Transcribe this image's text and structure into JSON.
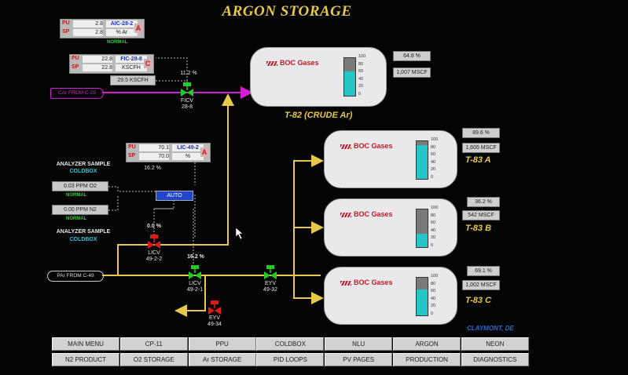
{
  "title": "ARGON STORAGE",
  "location": "CLAYMONT, DE",
  "controllers": {
    "aic": {
      "pv_label": "PU",
      "pv": "2.8",
      "sp_label": "SP",
      "sp": "2.8",
      "tag": "AIC-28-2",
      "unit": "% Ar",
      "mode": "A",
      "status": "NORMAL"
    },
    "fic": {
      "pv_label": "PU",
      "pv": "22.8",
      "sp_label": "SP",
      "sp": "22.8",
      "tag": "FIC-28-8",
      "unit": "KSCFH",
      "mode": "C",
      "flow": "29.5 KSCFH"
    },
    "lic": {
      "pv_label": "PU",
      "pv": "70.1",
      "sp_label": "SP",
      "sp": "70.0",
      "tag": "LIC-49-2",
      "unit": "%",
      "mode": "A"
    }
  },
  "inlet_c29": "CAr FROM C-29",
  "inlet_c49": "PAr FROM C-49",
  "analyzers": {
    "label_top": "ANALYZER SAMPLE",
    "coldbox_top": "COLDBOX",
    "o2_value": "0.03 PPM O2",
    "o2_status": "NORMAL",
    "n2_value": "0.00 PPM N2",
    "n2_status": "NORMAL",
    "label_bottom": "ANALYZER SAMPLE",
    "coldbox_bottom": "COLDBOX"
  },
  "auto_label": "AUTO",
  "valves": {
    "ficv": {
      "pct": "11.2 %",
      "name": "FICV",
      "num": "28-8"
    },
    "licv1": {
      "pct": "0.0 %",
      "name": "LICV",
      "num": "49-2-2"
    },
    "licv2": {
      "pct": "16.2 %",
      "name": "LICV",
      "num": "49-2-1"
    },
    "eyv32": {
      "name": "EYV",
      "num": "49-32"
    },
    "eyv34": {
      "name": "EYV",
      "num": "49-34"
    },
    "lic_out": "16.2 %"
  },
  "tanks": [
    {
      "id": "T-82",
      "name": "T-82 (CRUDE Ar)",
      "logo": "BOC Gases",
      "pct_text": "64.8 %",
      "level": 0.648,
      "volume": "1,007 MSCF",
      "scale": [
        "100",
        "80",
        "60",
        "40",
        "20",
        "0"
      ]
    },
    {
      "id": "T-83A",
      "name": "T-83 A",
      "logo": "BOC Gases",
      "pct_text": "89.6 %",
      "level": 0.896,
      "volume": "1,605 MSCF",
      "scale": [
        "100",
        "80",
        "60",
        "40",
        "20",
        "0"
      ]
    },
    {
      "id": "T-83B",
      "name": "T-83 B",
      "logo": "BOC Gases",
      "pct_text": "36.2 %",
      "level": 0.362,
      "volume": "542 MSCF",
      "scale": [
        "100",
        "80",
        "60",
        "40",
        "20",
        "0"
      ]
    },
    {
      "id": "T-83C",
      "name": "T-83 C",
      "logo": "BOC Gases",
      "pct_text": "69.1 %",
      "level": 0.691,
      "volume": "1,002 MSCF",
      "scale": [
        "100",
        "80",
        "60",
        "40",
        "20",
        "0"
      ]
    }
  ],
  "nav_row1": [
    "MAIN MENU",
    "CP-11",
    "PPU",
    "COLDBOX",
    "NLU",
    "ARGON",
    "NEON"
  ],
  "nav_row2": [
    "N2 PRODUCT",
    "O2 STORAGE",
    "Ar STORAGE",
    "PID LOOPS",
    "PV PAGES",
    "PRODUCTION",
    "DIAGNOSTICS"
  ],
  "colors": {
    "yellow_line": "#e6c84a",
    "magenta_line": "#d020d0",
    "valve_green": "#22cc22",
    "valve_red": "#e01818",
    "level_fill": "#26c6c6"
  }
}
